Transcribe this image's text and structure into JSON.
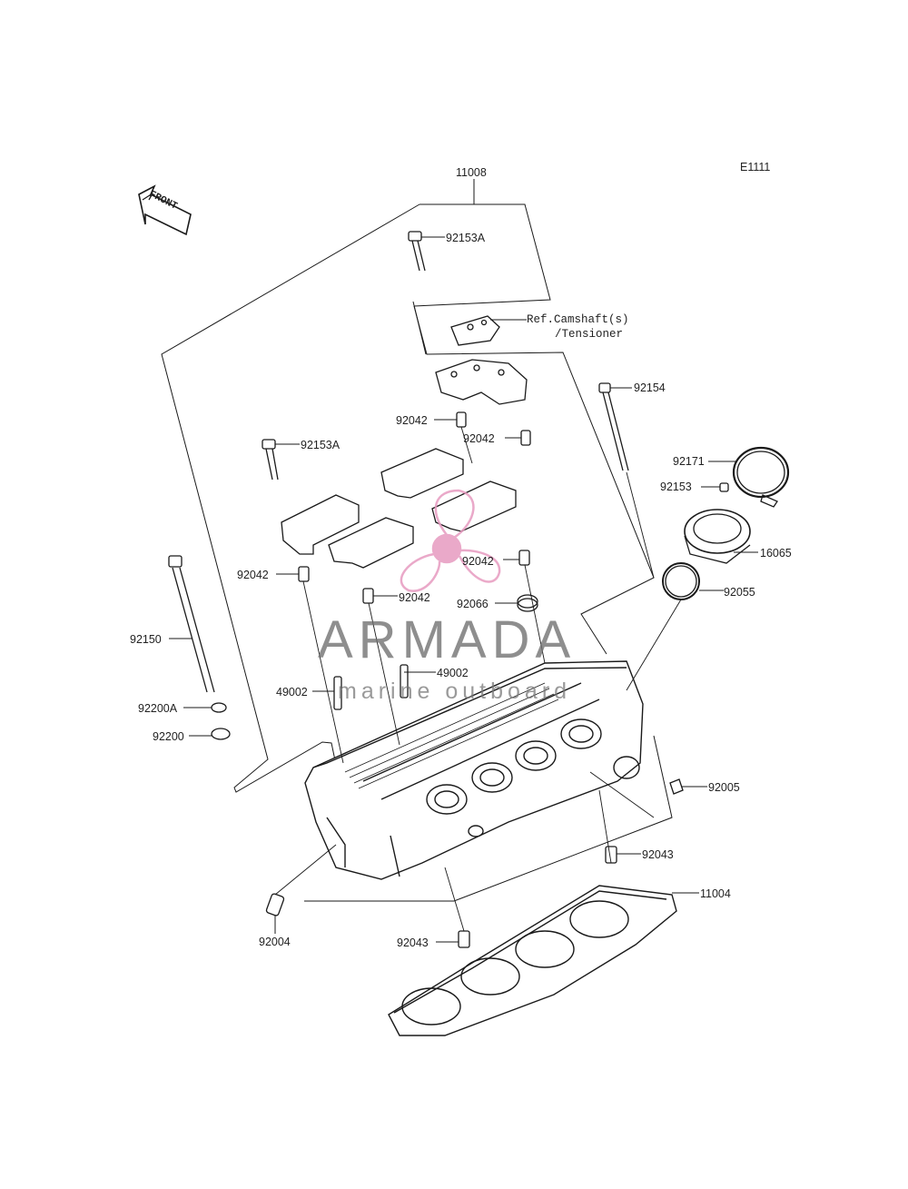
{
  "diagram_code": "E1111",
  "front_label": "FRONT",
  "callouts": {
    "c11008": "11008",
    "c92153A_top": "92153A",
    "ref_line1": "Ref.Camshaft(s)",
    "ref_line2": "/Tensioner",
    "c92154": "92154",
    "c92042_a": "92042",
    "c92042_b": "92042",
    "c92153A_mid": "92153A",
    "c92171": "92171",
    "c92153": "92153",
    "c16065": "16065",
    "c92042_c": "92042",
    "c92042_d": "92042",
    "c92042_e": "92042",
    "c92066": "92066",
    "c92055": "92055",
    "c92150": "92150",
    "c49002_right": "49002",
    "c49002_left": "49002",
    "c92200A": "92200A",
    "c92200": "92200",
    "c92005": "92005",
    "c92043_right": "92043",
    "c11004": "11004",
    "c92004": "92004",
    "c92043_bottom": "92043"
  },
  "watermark": {
    "brand": "ARMADA",
    "tagline": "marine outboard",
    "color": "#e79bc0"
  }
}
